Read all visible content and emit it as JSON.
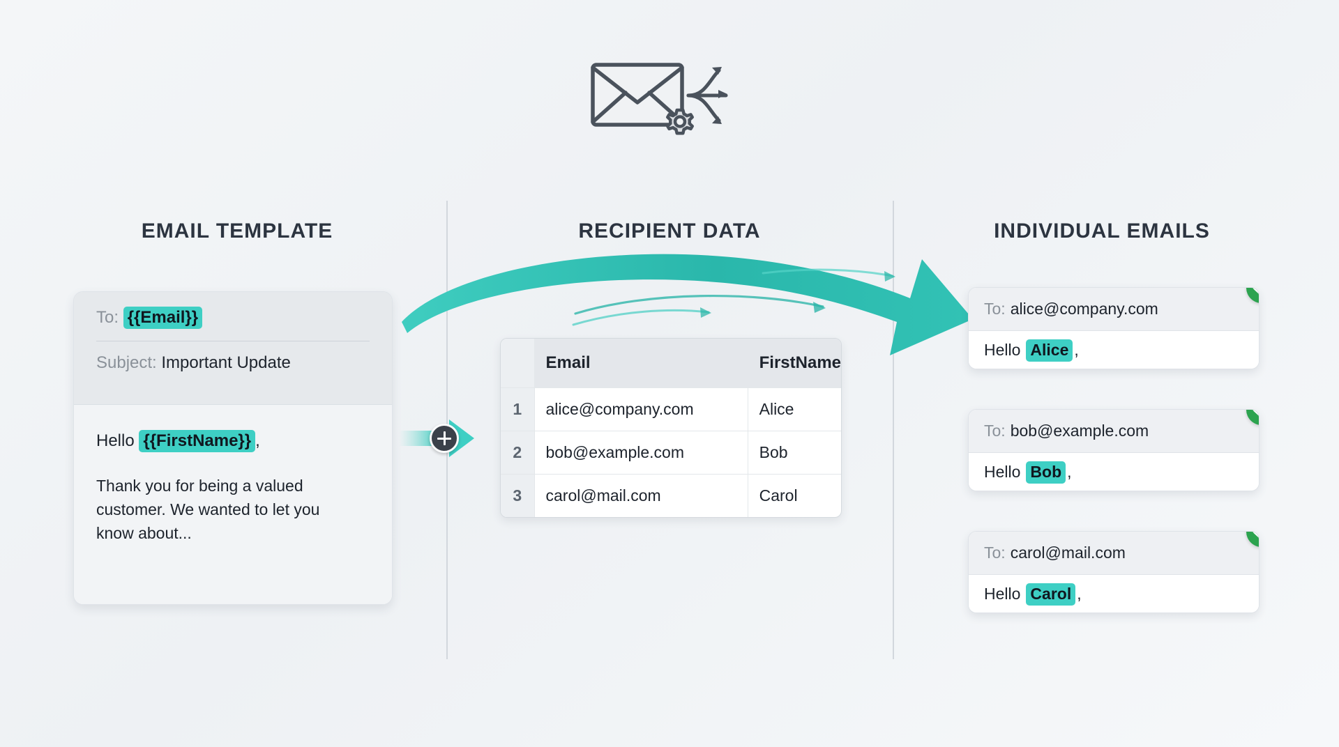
{
  "hero": {
    "icon": "envelope-gear-distribute-icon"
  },
  "colors": {
    "accent_teal": "#3ecfc4",
    "arrow_teal": "#2ab5a8",
    "check_green": "#2ca34f",
    "heading": "#2c3440",
    "background": "#f2f4f6"
  },
  "headings": {
    "template": "EMAIL TEMPLATE",
    "recipient": "RECIPIENT DATA",
    "emails": "INDIVIDUAL EMAILS"
  },
  "template_card": {
    "to_label": "To:",
    "to_value": "{{Email}}",
    "subject_label": "Subject:",
    "subject_value": "Important Update",
    "greeting_prefix": "Hello",
    "greeting_token": "{{FirstName}}",
    "greeting_suffix": ",",
    "body_text": "Thank you for being a valued customer. We wanted to let you know about..."
  },
  "connector": {
    "plus_label": "+",
    "icon": "plus-icon"
  },
  "recipient_table": {
    "columns": [
      "",
      "Email",
      "FirstName"
    ],
    "rows": [
      {
        "num": "1",
        "email": "alice@company.com",
        "first_name": "Alice"
      },
      {
        "num": "2",
        "email": "bob@example.com",
        "first_name": "Bob"
      },
      {
        "num": "3",
        "email": "carol@mail.com",
        "first_name": "Carol"
      }
    ]
  },
  "individual_emails": [
    {
      "to_label": "To:",
      "to_value": "alice@company.com",
      "greeting_prefix": "Hello",
      "name": "Alice",
      "greeting_suffix": ",",
      "status_icon": "check-circle-icon"
    },
    {
      "to_label": "To:",
      "to_value": "bob@example.com",
      "greeting_prefix": "Hello",
      "name": "Bob",
      "greeting_suffix": ",",
      "status_icon": "check-circle-icon"
    },
    {
      "to_label": "To:",
      "to_value": "carol@mail.com",
      "greeting_prefix": "Hello",
      "name": "Carol",
      "greeting_suffix": ",",
      "status_icon": "check-circle-icon"
    }
  ]
}
